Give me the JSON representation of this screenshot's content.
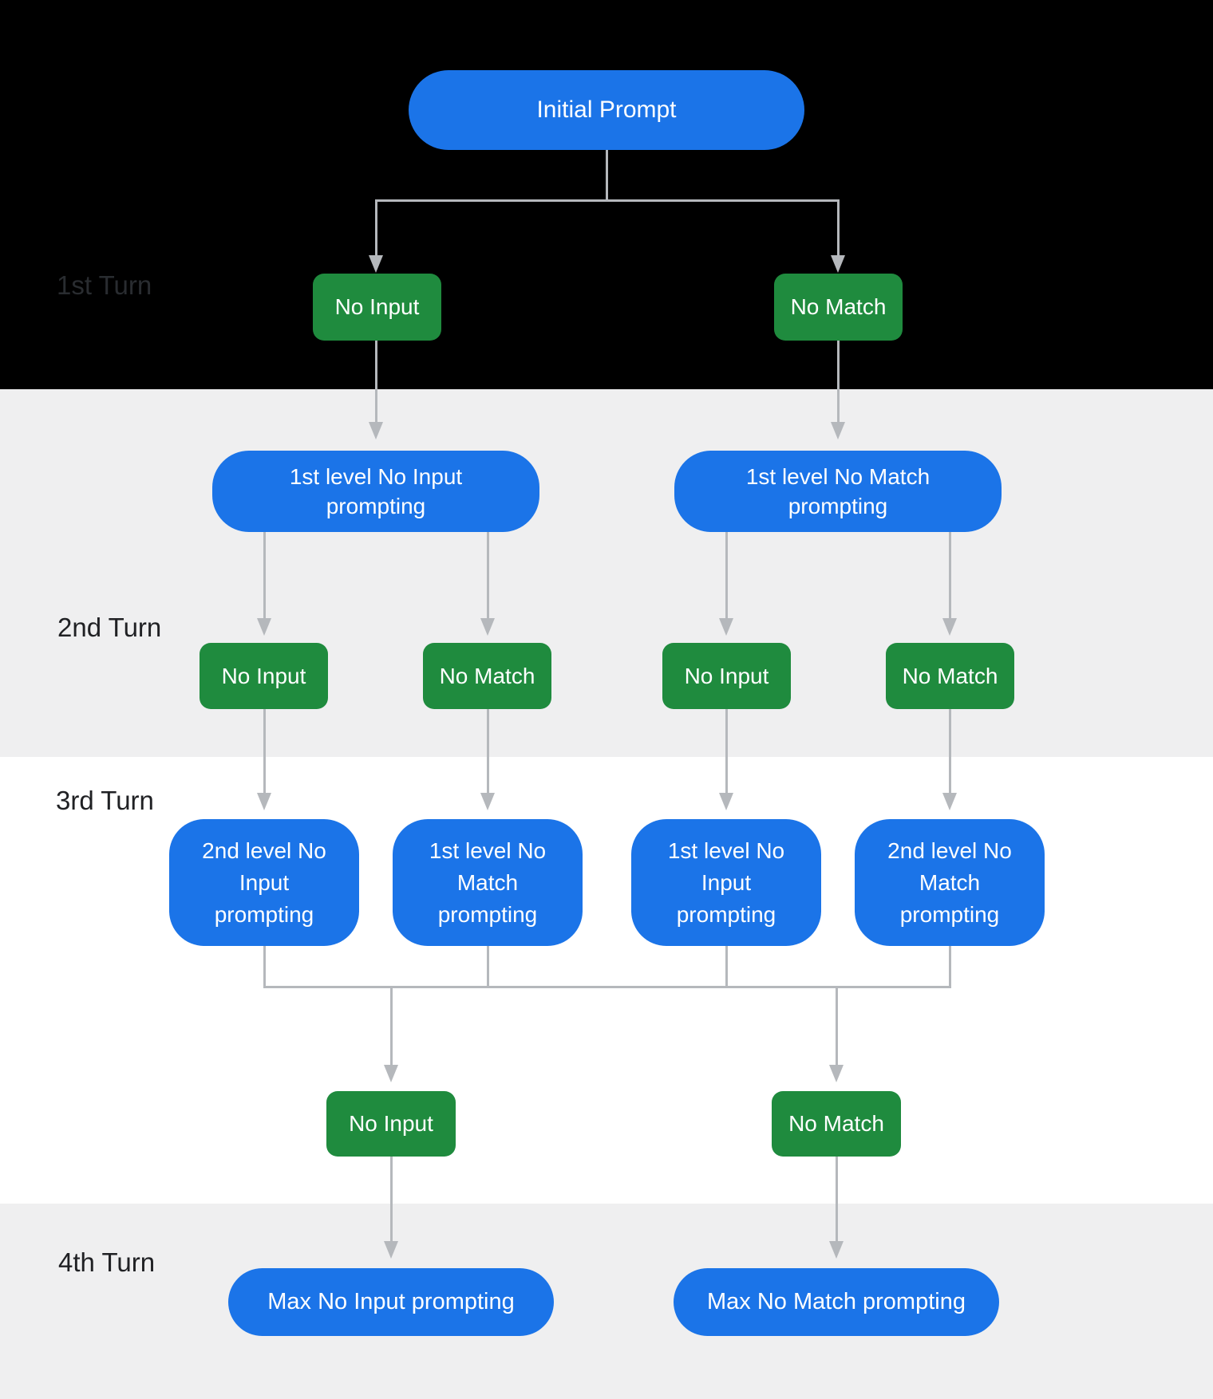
{
  "colors": {
    "node_blue": "#1B74E8",
    "node_green": "#1F8B3E",
    "connector_gray": "#B5B8BC",
    "band_black": "#000000",
    "band_gray": "#EFEFF0",
    "band_white": "#FFFFFF",
    "node_text": "#FFFFFF",
    "turn_label_on_black": "#292C30",
    "turn_label": "#202124"
  },
  "turns": {
    "t1": "1st Turn",
    "t2": "2nd Turn",
    "t3": "3rd Turn",
    "t4": "4th Turn"
  },
  "nodes": {
    "initial_prompt": "Initial Prompt",
    "t1_no_input": "No Input",
    "t1_no_match": "No Match",
    "t2_left_prompt": "1st level No Input\nprompting",
    "t2_right_prompt": "1st level No Match\nprompting",
    "t2_no_input_1": "No Input",
    "t2_no_match_1": "No Match",
    "t2_no_input_2": "No Input",
    "t2_no_match_2": "No Match",
    "t3_prompt_1": "2nd level No\nInput\nprompting",
    "t3_prompt_2": "1st level No\nMatch\nprompting",
    "t3_prompt_3": "1st level No\nInput\nprompting",
    "t3_prompt_4": "2nd level No\nMatch\nprompting",
    "t3_no_input": "No Input",
    "t3_no_match": "No Match",
    "t4_max_no_input": "Max No Input prompting",
    "t4_max_no_match": "Max No Match prompting"
  }
}
